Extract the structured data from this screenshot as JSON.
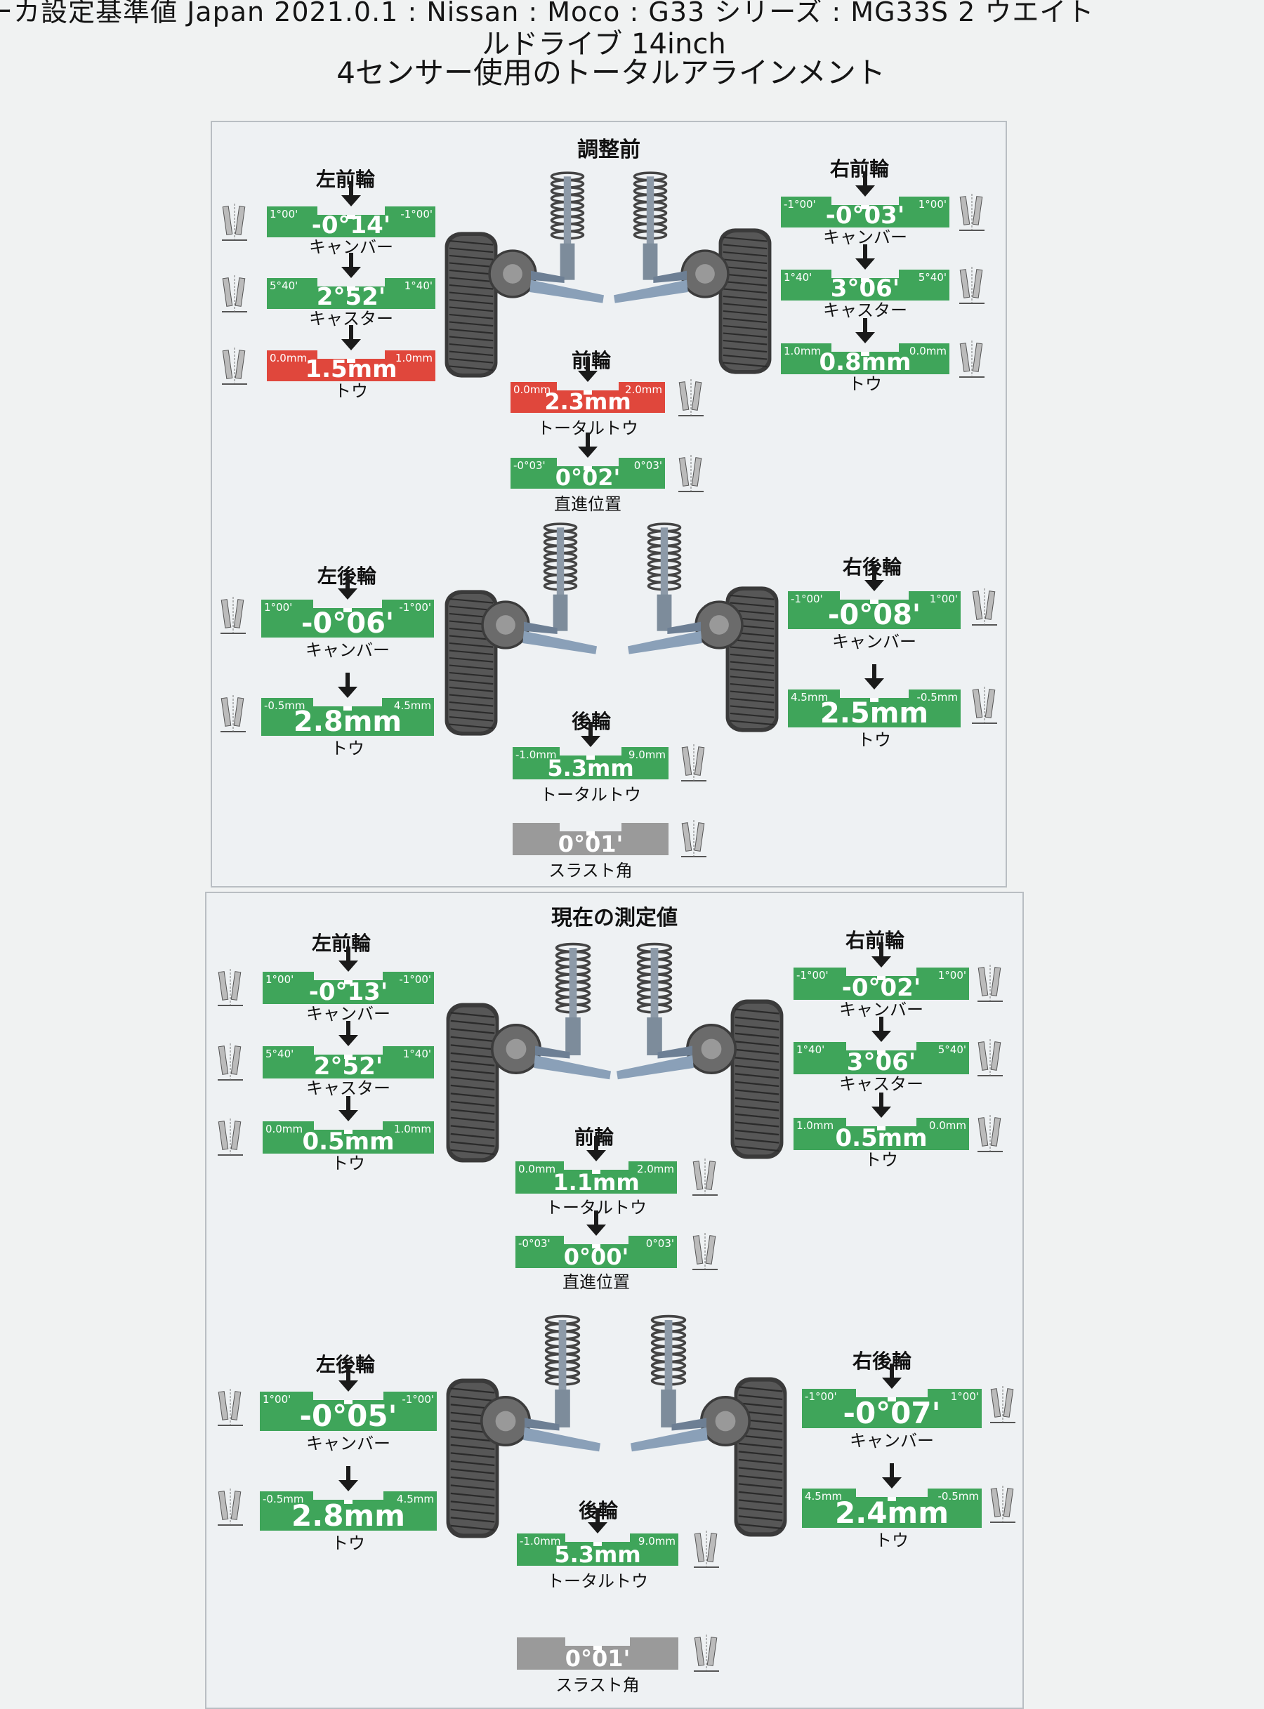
{
  "header": {
    "line1": "ーカ設定基準値 Japan 2021.0.1 : Nissan : Moco : G33 シリーズ : MG33S 2 ウエイト",
    "line2": "ルドライブ 14inch",
    "line3": "4センサー使用のトータルアラインメント"
  },
  "labels": {
    "fl": "左前輪",
    "fr": "右前輪",
    "rl": "左後輪",
    "rr": "右後輪",
    "front": "前輪",
    "rear": "後輪",
    "camber": "キャンバー",
    "caster": "キャスター",
    "toe": "トウ",
    "total_toe": "トータルトウ",
    "straight": "直進位置",
    "thrust": "スラスト角"
  },
  "colors": {
    "ok": "#3fa55a",
    "out": "#e0473c",
    "neutral": "#9a9a9a"
  },
  "before": {
    "title": "調整前",
    "fl_camber": {
      "min": "1°00'",
      "max": "-1°00'",
      "value": "-0°14'",
      "status": "ok"
    },
    "fl_caster": {
      "min": "5°40'",
      "max": "1°40'",
      "value": "2°52'",
      "status": "ok"
    },
    "fl_toe": {
      "min": "0.0mm",
      "max": "1.0mm",
      "value": "1.5mm",
      "status": "out"
    },
    "fr_camber": {
      "min": "-1°00'",
      "max": "1°00'",
      "value": "-0°03'",
      "status": "ok"
    },
    "fr_caster": {
      "min": "1°40'",
      "max": "5°40'",
      "value": "3°06'",
      "status": "ok"
    },
    "fr_toe": {
      "min": "1.0mm",
      "max": "0.0mm",
      "value": "0.8mm",
      "status": "ok"
    },
    "front_total_toe": {
      "min": "0.0mm",
      "max": "2.0mm",
      "value": "2.3mm",
      "status": "out"
    },
    "straight": {
      "min": "-0°03'",
      "max": "0°03'",
      "value": "0°02'",
      "status": "ok"
    },
    "rl_camber": {
      "min": "1°00'",
      "max": "-1°00'",
      "value": "-0°06'",
      "status": "ok"
    },
    "rl_toe": {
      "min": "-0.5mm",
      "max": "4.5mm",
      "value": "2.8mm",
      "status": "ok"
    },
    "rr_camber": {
      "min": "-1°00'",
      "max": "1°00'",
      "value": "-0°08'",
      "status": "ok"
    },
    "rr_toe": {
      "min": "4.5mm",
      "max": "-0.5mm",
      "value": "2.5mm",
      "status": "ok"
    },
    "rear_total_toe": {
      "min": "-1.0mm",
      "max": "9.0mm",
      "value": "5.3mm",
      "status": "ok"
    },
    "thrust": {
      "min": "",
      "max": "",
      "value": "0°01'",
      "status": "neutral"
    }
  },
  "current": {
    "title": "現在の測定値",
    "fl_camber": {
      "min": "1°00'",
      "max": "-1°00'",
      "value": "-0°13'",
      "status": "ok"
    },
    "fl_caster": {
      "min": "5°40'",
      "max": "1°40'",
      "value": "2°52'",
      "status": "ok"
    },
    "fl_toe": {
      "min": "0.0mm",
      "max": "1.0mm",
      "value": "0.5mm",
      "status": "ok"
    },
    "fr_camber": {
      "min": "-1°00'",
      "max": "1°00'",
      "value": "-0°02'",
      "status": "ok"
    },
    "fr_caster": {
      "min": "1°40'",
      "max": "5°40'",
      "value": "3°06'",
      "status": "ok"
    },
    "fr_toe": {
      "min": "1.0mm",
      "max": "0.0mm",
      "value": "0.5mm",
      "status": "ok"
    },
    "front_total_toe": {
      "min": "0.0mm",
      "max": "2.0mm",
      "value": "1.1mm",
      "status": "ok"
    },
    "straight": {
      "min": "-0°03'",
      "max": "0°03'",
      "value": "0°00'",
      "status": "ok"
    },
    "rl_camber": {
      "min": "1°00'",
      "max": "-1°00'",
      "value": "-0°05'",
      "status": "ok"
    },
    "rl_toe": {
      "min": "-0.5mm",
      "max": "4.5mm",
      "value": "2.8mm",
      "status": "ok"
    },
    "rr_camber": {
      "min": "-1°00'",
      "max": "1°00'",
      "value": "-0°07'",
      "status": "ok"
    },
    "rr_toe": {
      "min": "4.5mm",
      "max": "-0.5mm",
      "value": "2.4mm",
      "status": "ok"
    },
    "rear_total_toe": {
      "min": "-1.0mm",
      "max": "9.0mm",
      "value": "5.3mm",
      "status": "ok"
    },
    "thrust": {
      "min": "",
      "max": "",
      "value": "0°01'",
      "status": "neutral"
    }
  }
}
